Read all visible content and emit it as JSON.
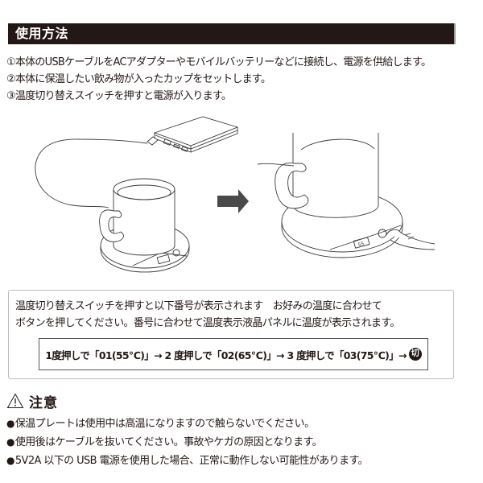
{
  "header": {
    "title": "使用方法"
  },
  "steps": [
    {
      "label": "①本体のUSBケーブルをACアダプターやモバイルバッテリーなどに接続し、電源を供給します。"
    },
    {
      "label": "②本体に保温したい飲み物が入ったカップをセットします。"
    },
    {
      "label": "③温度切り替えスイッチを押すと電源が入ります。"
    }
  ],
  "illustration": {
    "left_scene": "mug-warmer-connected-to-power-bank",
    "arrow": "right-arrow",
    "right_scene": "finger-pressing-temperature-switch",
    "display_value": "55",
    "arrow_color": "#4a4a4a"
  },
  "info": {
    "line1": "温度切り替えスイッチを押すと以下番号が表示されます　お好みの温度に合わせて",
    "line2": "ボタンを押してください。番号に合わせて温度表示液晶パネルに温度が表示されます。",
    "sequence": "1度押しで「01(55℃)」→ 2 度押しで「02(65℃)」→ 3 度押しで「03(75℃)」→",
    "off_badge": "切"
  },
  "caution": {
    "icon": "warning-triangle-icon",
    "title": "注意",
    "bullet": "●",
    "items": [
      {
        "label": "保温プレートは使用中は高温になりますので触らないでください。"
      },
      {
        "label": "使用後はケーブルを抜いてください。事故やケガの原因となります。"
      },
      {
        "label": "5V2A 以下の USB 電源を使用した場合、正常に動作しない可能性があります。"
      }
    ]
  },
  "colors": {
    "header_bg": "#231815",
    "text": "#231815",
    "box_border": "#bdbdbd"
  }
}
